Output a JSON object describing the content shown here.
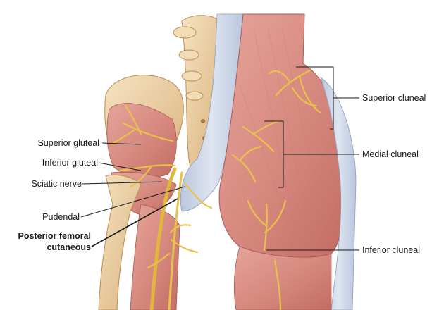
{
  "labels_left": {
    "superior_gluteal": "Superior gluteal",
    "inferior_gluteal": "Inferior gluteal",
    "sciatic_nerve": "Sciatic nerve",
    "pudendal": "Pudendal",
    "posterior_femoral_line1": "Posterior femoral",
    "posterior_femoral_line2": "cutaneous"
  },
  "labels_right": {
    "superior_cluneal": "Superior cluneal",
    "medial_cluneal": "Medial cluneal",
    "inferior_cluneal": "Inferior cluneal"
  },
  "colors": {
    "muscle": "#d98c82",
    "muscle_dark": "#b8625a",
    "bone": "#ecd2a8",
    "bone_shade": "#d8b47e",
    "fascia": "#c9d3e6",
    "nerve": "#e8c24a",
    "nerve_edge": "#b08a1c"
  }
}
